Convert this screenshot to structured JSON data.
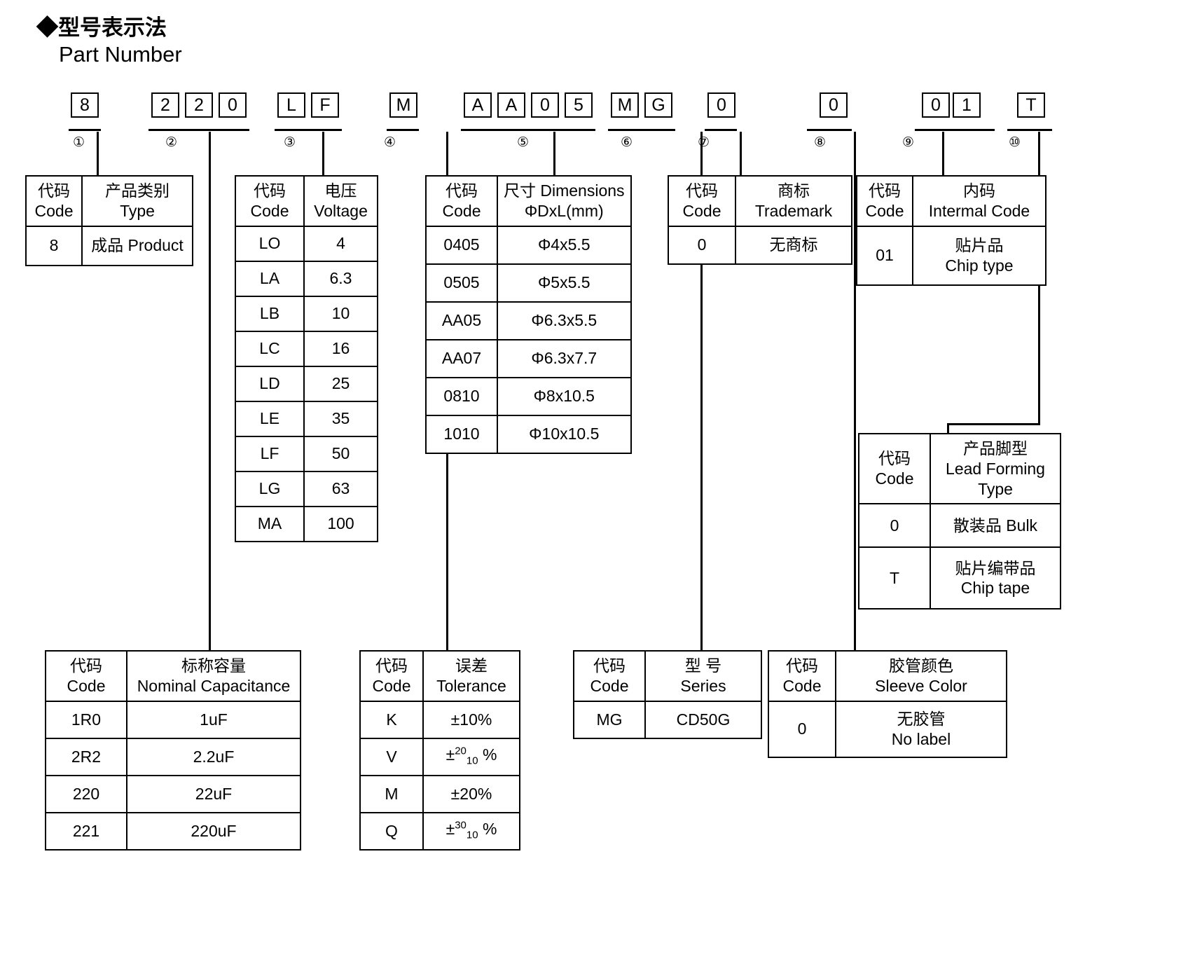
{
  "heading": {
    "cn": "◆型号表示法",
    "en": "Part Number"
  },
  "part_number": {
    "segments": [
      {
        "index": "①",
        "chars": [
          "8"
        ]
      },
      {
        "index": "②",
        "chars": [
          "2",
          "2",
          "0"
        ]
      },
      {
        "index": "③",
        "chars": [
          "L",
          "F"
        ]
      },
      {
        "index": "④",
        "chars": [
          "M"
        ]
      },
      {
        "index": "⑤",
        "chars": [
          "A",
          "A",
          "0",
          "5"
        ]
      },
      {
        "index": "⑥",
        "chars": [
          "M",
          "G"
        ]
      },
      {
        "index": "⑦",
        "chars": [
          "0"
        ]
      },
      {
        "index": "⑧",
        "chars": [
          "0"
        ]
      },
      {
        "index": "⑨",
        "chars": [
          "0",
          "1"
        ]
      },
      {
        "index": "⑩",
        "chars": [
          "T"
        ]
      }
    ]
  },
  "tables": {
    "type": {
      "header": {
        "code_cn": "代码",
        "code_en": "Code",
        "value_cn": "产品类别",
        "value_en": "Type"
      },
      "rows": [
        {
          "code": "8",
          "value": "成品 Product"
        }
      ]
    },
    "voltage": {
      "header": {
        "code_cn": "代码",
        "code_en": "Code",
        "value_cn": "电压",
        "value_en": "Voltage"
      },
      "rows": [
        {
          "code": "LO",
          "value": "4"
        },
        {
          "code": "LA",
          "value": "6.3"
        },
        {
          "code": "LB",
          "value": "10"
        },
        {
          "code": "LC",
          "value": "16"
        },
        {
          "code": "LD",
          "value": "25"
        },
        {
          "code": "LE",
          "value": "35"
        },
        {
          "code": "LF",
          "value": "50"
        },
        {
          "code": "LG",
          "value": "63"
        },
        {
          "code": "MA",
          "value": "100"
        }
      ]
    },
    "dimensions": {
      "header": {
        "code_cn": "代码",
        "code_en": "Code",
        "value_cn": "尺寸 Dimensions",
        "value_en": "ΦDxL(mm)"
      },
      "rows": [
        {
          "code": "0405",
          "value": "Φ4x5.5"
        },
        {
          "code": "0505",
          "value": "Φ5x5.5"
        },
        {
          "code": "AA05",
          "value": "Φ6.3x5.5"
        },
        {
          "code": "AA07",
          "value": "Φ6.3x7.7"
        },
        {
          "code": "0810",
          "value": "Φ8x10.5"
        },
        {
          "code": "1010",
          "value": "Φ10x10.5"
        }
      ]
    },
    "trademark": {
      "header": {
        "code_cn": "代码",
        "code_en": "Code",
        "value_cn": "商标",
        "value_en": "Trademark"
      },
      "rows": [
        {
          "code": "0",
          "value": "无商标"
        }
      ]
    },
    "internal_code": {
      "header": {
        "code_cn": "代码",
        "code_en": "Code",
        "value_cn": "内码",
        "value_en": "Intermal Code"
      },
      "rows": [
        {
          "code": "01",
          "value_cn": "贴片品",
          "value_en": "Chip type"
        }
      ]
    },
    "lead_forming": {
      "header": {
        "code_cn": "代码",
        "code_en": "Code",
        "value_cn": "产品脚型",
        "value_en": "Lead Forming",
        "value_en2": "Type"
      },
      "rows": [
        {
          "code": "0",
          "value_cn": "散装品 Bulk",
          "value_en": ""
        },
        {
          "code": "T",
          "value_cn": "贴片编带品",
          "value_en": "Chip tape"
        }
      ]
    },
    "capacitance": {
      "header": {
        "code_cn": "代码",
        "code_en": "Code",
        "value_cn": "标称容量",
        "value_en": "Nominal Capacitance"
      },
      "rows": [
        {
          "code": "1R0",
          "value": "1uF"
        },
        {
          "code": "2R2",
          "value": "2.2uF"
        },
        {
          "code": "220",
          "value": "22uF"
        },
        {
          "code": "221",
          "value": "220uF"
        }
      ]
    },
    "tolerance": {
      "header": {
        "code_cn": "代码",
        "code_en": "Code",
        "value_cn": "误差",
        "value_en": "Tolerance"
      },
      "rows": [
        {
          "code": "K",
          "value": "±10%",
          "sup": "",
          "sub": ""
        },
        {
          "code": "V",
          "value": "",
          "sup": "20",
          "sub": "10"
        },
        {
          "code": "M",
          "value": "±20%",
          "sup": "",
          "sub": ""
        },
        {
          "code": "Q",
          "value": "",
          "sup": "30",
          "sub": "10"
        }
      ]
    },
    "series": {
      "header": {
        "code_cn": "代码",
        "code_en": "Code",
        "value_cn": "型 号",
        "value_en": "Series"
      },
      "rows": [
        {
          "code": "MG",
          "value": "CD50G"
        }
      ]
    },
    "sleeve_color": {
      "header": {
        "code_cn": "代码",
        "code_en": "Code",
        "value_cn": "胶管颜色",
        "value_en": "Sleeve Color"
      },
      "rows": [
        {
          "code": "0",
          "value_cn": "无胶管",
          "value_en": "No label"
        }
      ]
    }
  }
}
